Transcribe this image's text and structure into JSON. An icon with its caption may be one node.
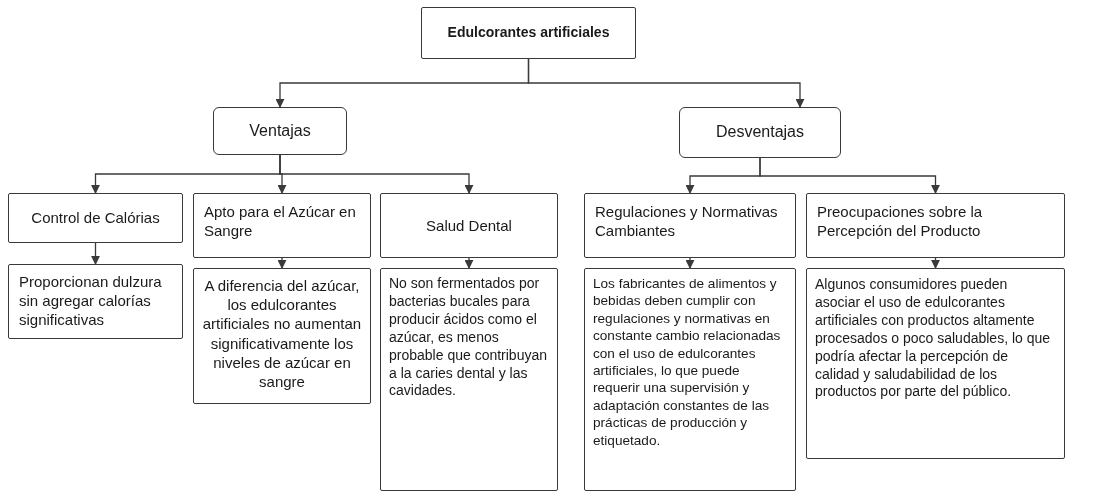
{
  "diagram": {
    "nodes": [
      {
        "text": [
          "Edulcorantes artificiales"
        ]
      },
      {
        "text": [
          "Ventajas"
        ]
      },
      {
        "text": [
          "Desventajas"
        ]
      },
      {
        "text": [
          "Control de Calórias"
        ]
      },
      {
        "text": [
          "Apto para el Azúcar en Sangre"
        ]
      },
      {
        "text": [
          "Salud Dental"
        ]
      },
      {
        "text": [
          "Regulaciones y Normativas Cambiantes"
        ]
      },
      {
        "text": [
          "Preocupaciones sobre la Percepción del Producto"
        ]
      },
      {
        "text": [
          "Proporcionan dulzura sin agregar calorías significativas"
        ]
      },
      {
        "text": [
          "A diferencia del azúcar, los edulcorantes artificiales no aumentan significativamente los niveles de azúcar en sangre"
        ]
      },
      {
        "text": [
          "No son fermentados por bacterias bucales para producir ácidos como el azúcar, es menos probable que contribuyan a la caries dental y las cavidades."
        ]
      },
      {
        "text": [
          "Los fabricantes de alimentos y bebidas deben cumplir con regulaciones y normativas en constante cambio relacionadas con el uso de edulcorantes artificiales, lo que puede requerir una supervisión y adaptación constantes de las prácticas de producción y etiquetado."
        ]
      },
      {
        "text": [
          "Algunos consumidores pueden asociar el uso de edulcorantes artificiales con productos altamente procesados o poco saludables, lo que podría afectar la percepción de calidad y saludabilidad de los productos por parte del público."
        ]
      }
    ],
    "edges": [
      {
        "from": 0,
        "to": 1,
        "arrow": "to"
      },
      {
        "from": 0,
        "to": 2,
        "arrow": "to"
      },
      {
        "from": 1,
        "to": 3,
        "arrow": "to"
      },
      {
        "from": 1,
        "to": 4,
        "arrow": "to"
      },
      {
        "from": 1,
        "to": 5,
        "arrow": "to"
      },
      {
        "from": 2,
        "to": 6,
        "arrow": "to"
      },
      {
        "from": 2,
        "to": 7,
        "arrow": "to"
      },
      {
        "from": 3,
        "to": 8,
        "arrow": "to"
      },
      {
        "from": 4,
        "to": 9,
        "arrow": "to"
      },
      {
        "from": 5,
        "to": 10,
        "arrow": "to"
      },
      {
        "from": 6,
        "to": 11,
        "arrow": "to"
      },
      {
        "from": 7,
        "to": 12,
        "arrow": "to"
      }
    ]
  }
}
